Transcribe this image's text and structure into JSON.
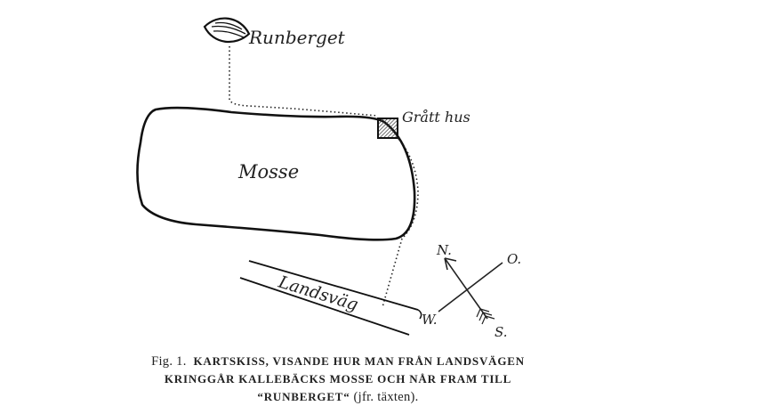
{
  "map": {
    "runberget_label": "Runberget",
    "house_label": "Grått hus",
    "bog_label": "Mosse",
    "road_label": "Landsväg",
    "compass": {
      "north": "N.",
      "east": "O.",
      "west": "W.",
      "south": "S."
    }
  },
  "caption": {
    "fig": "Fig. 1.",
    "line1": "KARTSKISS, VISANDE HUR MAN FRÅN LANDSVÄGEN",
    "line2": "KRINGGÅR KALLEBÄCKS MOSSE OCH NÅR FRAM TILL",
    "line3_title": "“RUNBERGET“",
    "line3_rest": "(jfr. täxten)."
  }
}
